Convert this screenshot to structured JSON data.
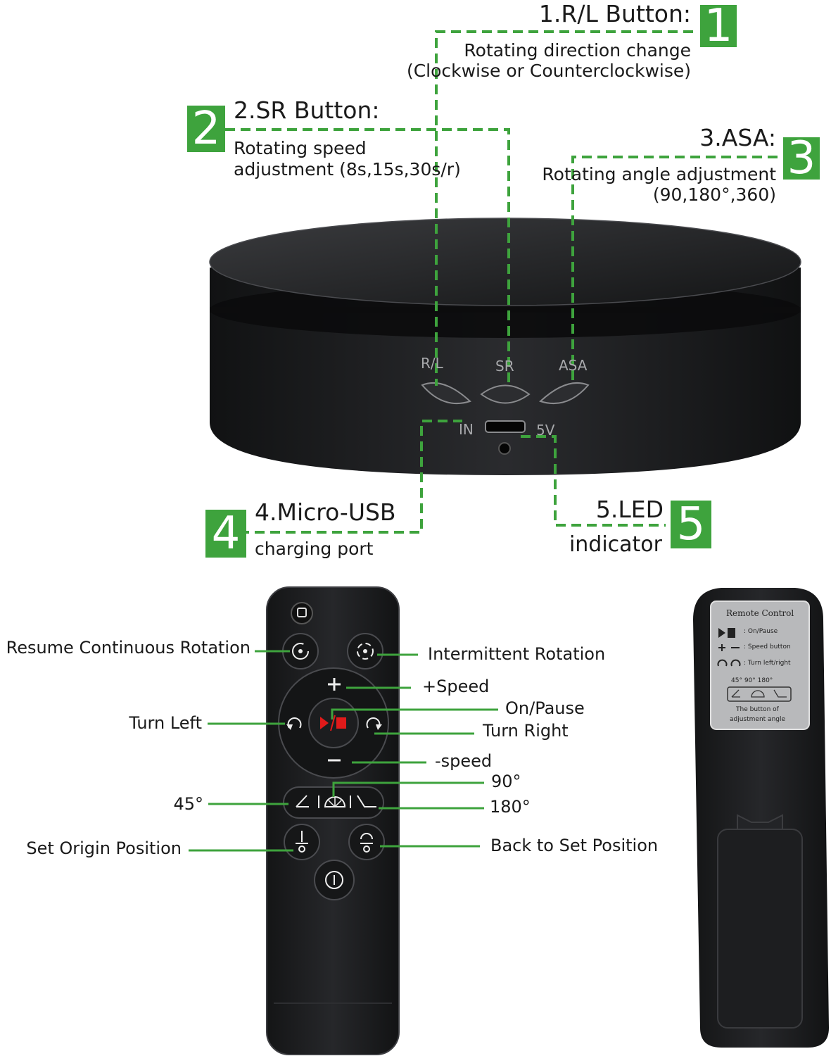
{
  "colors": {
    "accent": "#3ea33d",
    "device": "#1c1d1f",
    "text": "#1a1a1a",
    "led_red": "#e01a1a"
  },
  "callouts": [
    {
      "number": "1",
      "title": "1.R/L Button:",
      "desc1": "Rotating direction change",
      "desc2": "(Clockwise or Counterclockwise)"
    },
    {
      "number": "2",
      "title": "2.SR Button:",
      "desc1": "Rotating speed",
      "desc2": "adjustment (8s,15s,30s/r)"
    },
    {
      "number": "3",
      "title": "3.ASA:",
      "desc1": "Rotating angle adjustment",
      "desc2": "(90,180°,360)"
    },
    {
      "number": "4",
      "title": "4.Micro-USB",
      "desc1": "charging port"
    },
    {
      "number": "5",
      "title": "5.LED",
      "desc1": "indicator"
    }
  ],
  "turntable": {
    "btn_rl": "R/L",
    "btn_sr": "SR",
    "btn_asa": "ASA",
    "port_in": "IN",
    "port_5v": "5V"
  },
  "remote_labels": {
    "resume": "Resume Continuous Rotation",
    "intermittent": "Intermittent Rotation",
    "speed_up": "+Speed",
    "on_pause": "On/Pause",
    "turn_left": "Turn Left",
    "turn_right": "Turn Right",
    "speed_down": "-speed",
    "deg90": "90°",
    "deg45": "45°",
    "deg180": "180°",
    "set_origin": "Set Origin Position",
    "back_to_set": "Back to Set Position"
  },
  "remote_back": {
    "title": "Remote  Control",
    "row1": ": On/Pause",
    "row2": ": Speed button",
    "row3": ": Turn left/right",
    "angles": "45°    90°    180°",
    "note1": "The button of",
    "note2": "adjustment angle"
  }
}
